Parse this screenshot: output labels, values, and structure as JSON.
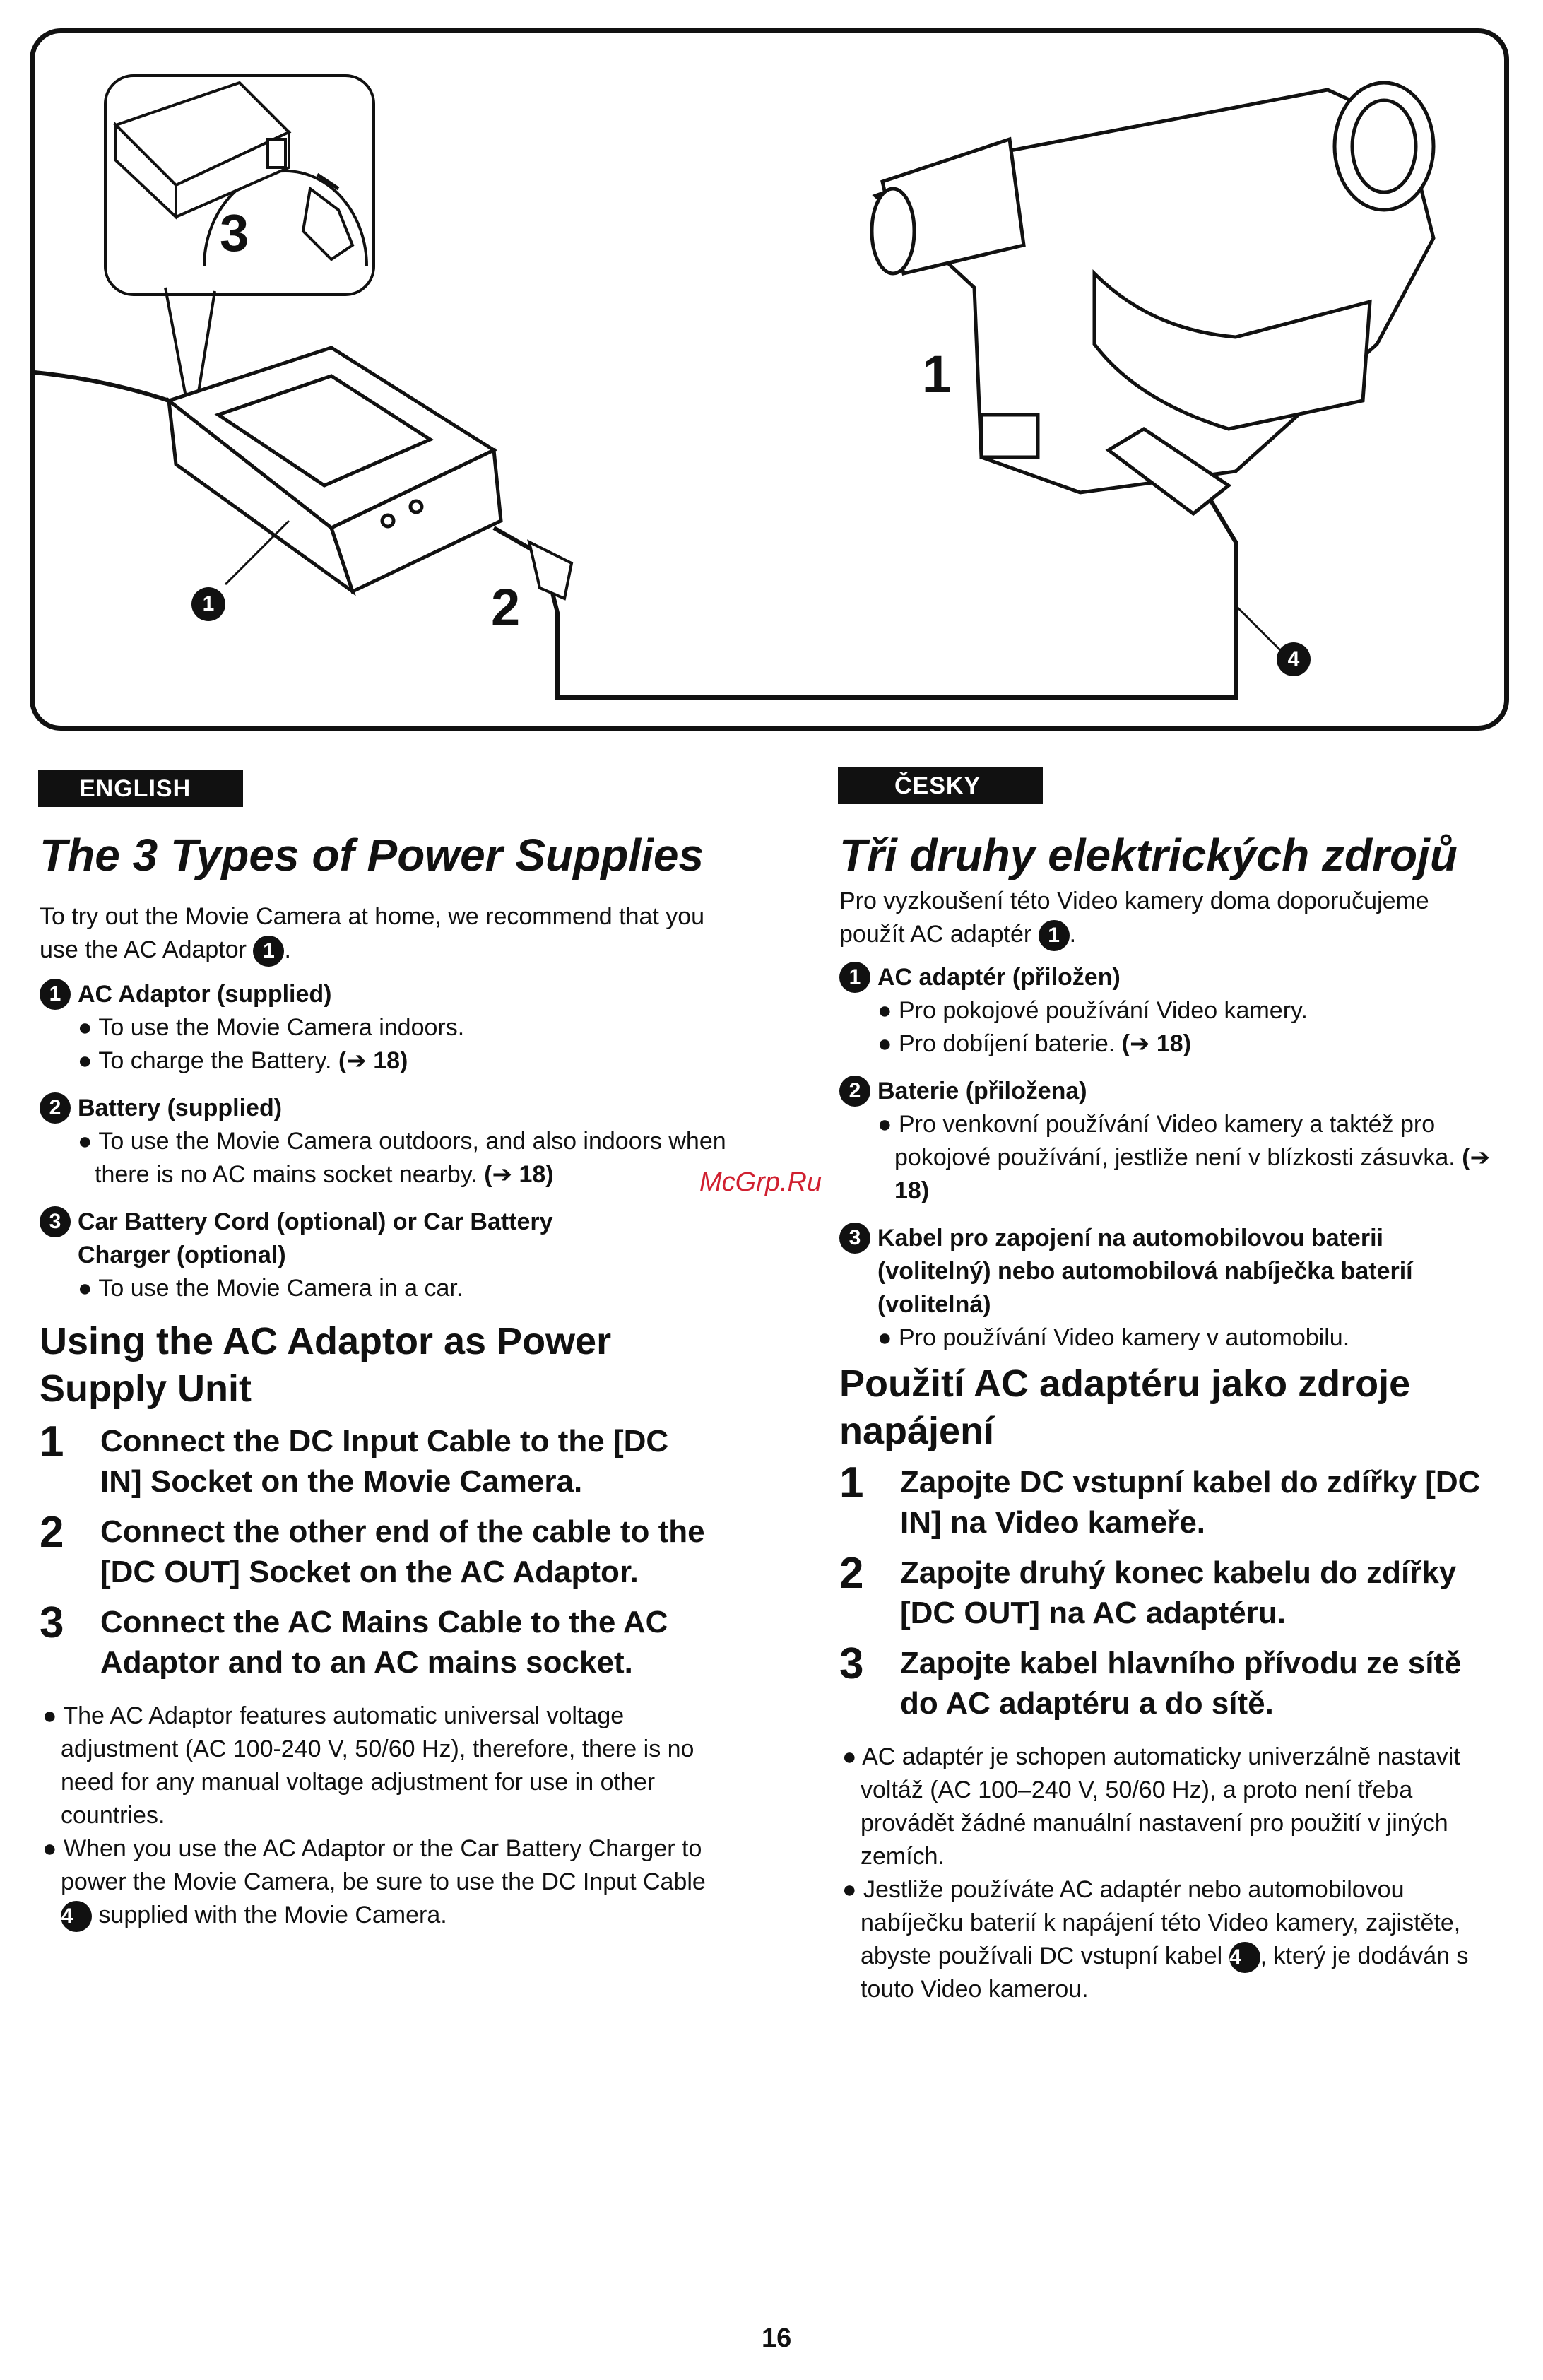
{
  "figure": {
    "callouts": {
      "step3": "3",
      "step1": "1",
      "step2": "2",
      "ref1": "1",
      "ref4": "4"
    }
  },
  "english": {
    "lang_label": "ENGLISH",
    "title": "The 3 Types of Power Supplies",
    "intro": "To try out the Movie Camera at home, we recommend that you use the AC Adaptor",
    "intro_ref": "1",
    "items": [
      {
        "num": "1",
        "title": "AC Adaptor (supplied)",
        "bullets": [
          "To use the Movie Camera indoors.",
          "To charge the Battery."
        ],
        "ref": "(➔ 18)"
      },
      {
        "num": "2",
        "title": "Battery (supplied)",
        "bullets": [
          "To use the Movie Camera outdoors, and also indoors when there is no AC mains socket nearby."
        ],
        "ref": "(➔ 18)"
      },
      {
        "num": "3",
        "title": "Car Battery Cord (optional) or Car Battery Charger (optional)",
        "bullets": [
          "To use the Movie Camera in a car."
        ]
      }
    ],
    "section_title": "Using the AC Adaptor as Power Supply Unit",
    "steps": [
      {
        "num": "1",
        "text": "Connect the DC Input Cable to the [DC IN] Socket on the Movie Camera."
      },
      {
        "num": "2",
        "text": "Connect the other end of the cable to the [DC OUT] Socket on the AC Adaptor."
      },
      {
        "num": "3",
        "text": "Connect the AC Mains Cable to the AC Adaptor and to an AC mains socket."
      }
    ],
    "notes": [
      {
        "text": "The AC Adaptor features automatic universal voltage adjustment (AC 100-240 V, 50/60 Hz), therefore, there is no need for any manual voltage adjustment for use in other countries."
      },
      {
        "text_before": "When you use the AC Adaptor or the Car Battery Charger to power the Movie Camera, be sure to use the DC Input Cable",
        "ref": "4",
        "text_after": "supplied with the Movie Camera."
      }
    ]
  },
  "czech": {
    "lang_label": "ČESKY",
    "title": "Tři druhy elektrických zdrojů",
    "intro": "Pro vyzkoušení této Video kamery doma doporučujeme použít AC adaptér",
    "intro_ref": "1",
    "items": [
      {
        "num": "1",
        "title": "AC adaptér (přiložen)",
        "bullets": [
          "Pro pokojové používání Video kamery.",
          "Pro dobíjení baterie."
        ],
        "ref": "(➔ 18)"
      },
      {
        "num": "2",
        "title": "Baterie (přiložena)",
        "bullets": [
          "Pro venkovní používání Video kamery a taktéž pro pokojové používání, jestliže není v blízkosti zásuvka."
        ],
        "ref": "(➔ 18)"
      },
      {
        "num": "3",
        "title": "Kabel pro zapojení na automobilovou baterii (volitelný) nebo automobilová nabíječka baterií (volitelná)",
        "bullets": [
          "Pro používání Video kamery v automobilu."
        ]
      }
    ],
    "section_title": "Použití AC adaptéru jako zdroje napájení",
    "steps": [
      {
        "num": "1",
        "text": "Zapojte DC vstupní kabel do zdířky [DC IN] na Video kameře."
      },
      {
        "num": "2",
        "text": "Zapojte druhý konec kabelu do zdířky [DC OUT] na AC adaptéru."
      },
      {
        "num": "3",
        "text": "Zapojte kabel hlavního přívodu ze sítě do AC adaptéru a do sítě."
      }
    ],
    "notes": [
      {
        "text": "AC adaptér je schopen automaticky univerzálně nastavit voltáž (AC 100–240 V, 50/60 Hz), a proto není třeba provádět žádné manuální nastavení pro použití v jiných zemích."
      },
      {
        "text_before": "Jestliže používáte AC adaptér nebo automobilovou nabíječku baterií k napájení této Video kamery, zajistěte, abyste používali DC vstupní kabel",
        "ref": "4",
        "text_after": ", který je dodáván s touto Video kamerou."
      }
    ]
  },
  "watermark": "McGrp.Ru",
  "page_number": "16"
}
